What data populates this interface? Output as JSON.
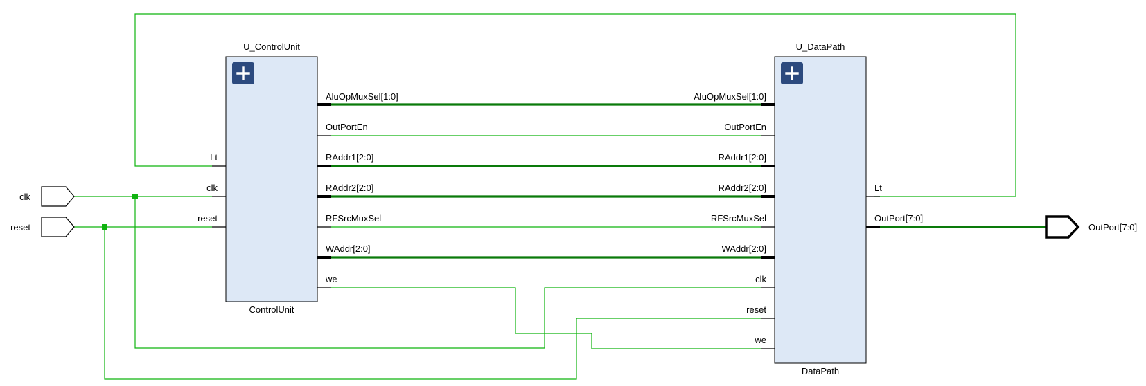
{
  "colors": {
    "wire": "#0fb30f",
    "bus": "#0a7a0a",
    "block_fill": "#dde8f6",
    "expand_button": "#2c4a7e"
  },
  "ports": {
    "clk": "clk",
    "reset": "reset",
    "outport": "OutPort[7:0]"
  },
  "control_unit": {
    "instance": "U_ControlUnit",
    "module": "ControlUnit",
    "expand_icon": "plus-icon",
    "pins": {
      "lt": "Lt",
      "clk": "clk",
      "reset": "reset",
      "aluopmuxsel": "AluOpMuxSel[1:0]",
      "outporten": "OutPortEn",
      "raddr1": "RAddr1[2:0]",
      "raddr2": "RAddr2[2:0]",
      "rfsrcmuxsel": "RFSrcMuxSel",
      "waddr": "WAddr[2:0]",
      "we": "we"
    }
  },
  "data_path": {
    "instance": "U_DataPath",
    "module": "DataPath",
    "expand_icon": "plus-icon",
    "pins": {
      "aluopmuxsel": "AluOpMuxSel[1:0]",
      "outporten": "OutPortEn",
      "raddr1": "RAddr1[2:0]",
      "raddr2": "RAddr2[2:0]",
      "rfsrcmuxsel": "RFSrcMuxSel",
      "waddr": "WAddr[2:0]",
      "clk": "clk",
      "reset": "reset",
      "we": "we",
      "lt": "Lt",
      "outport": "OutPort[7:0]"
    }
  }
}
